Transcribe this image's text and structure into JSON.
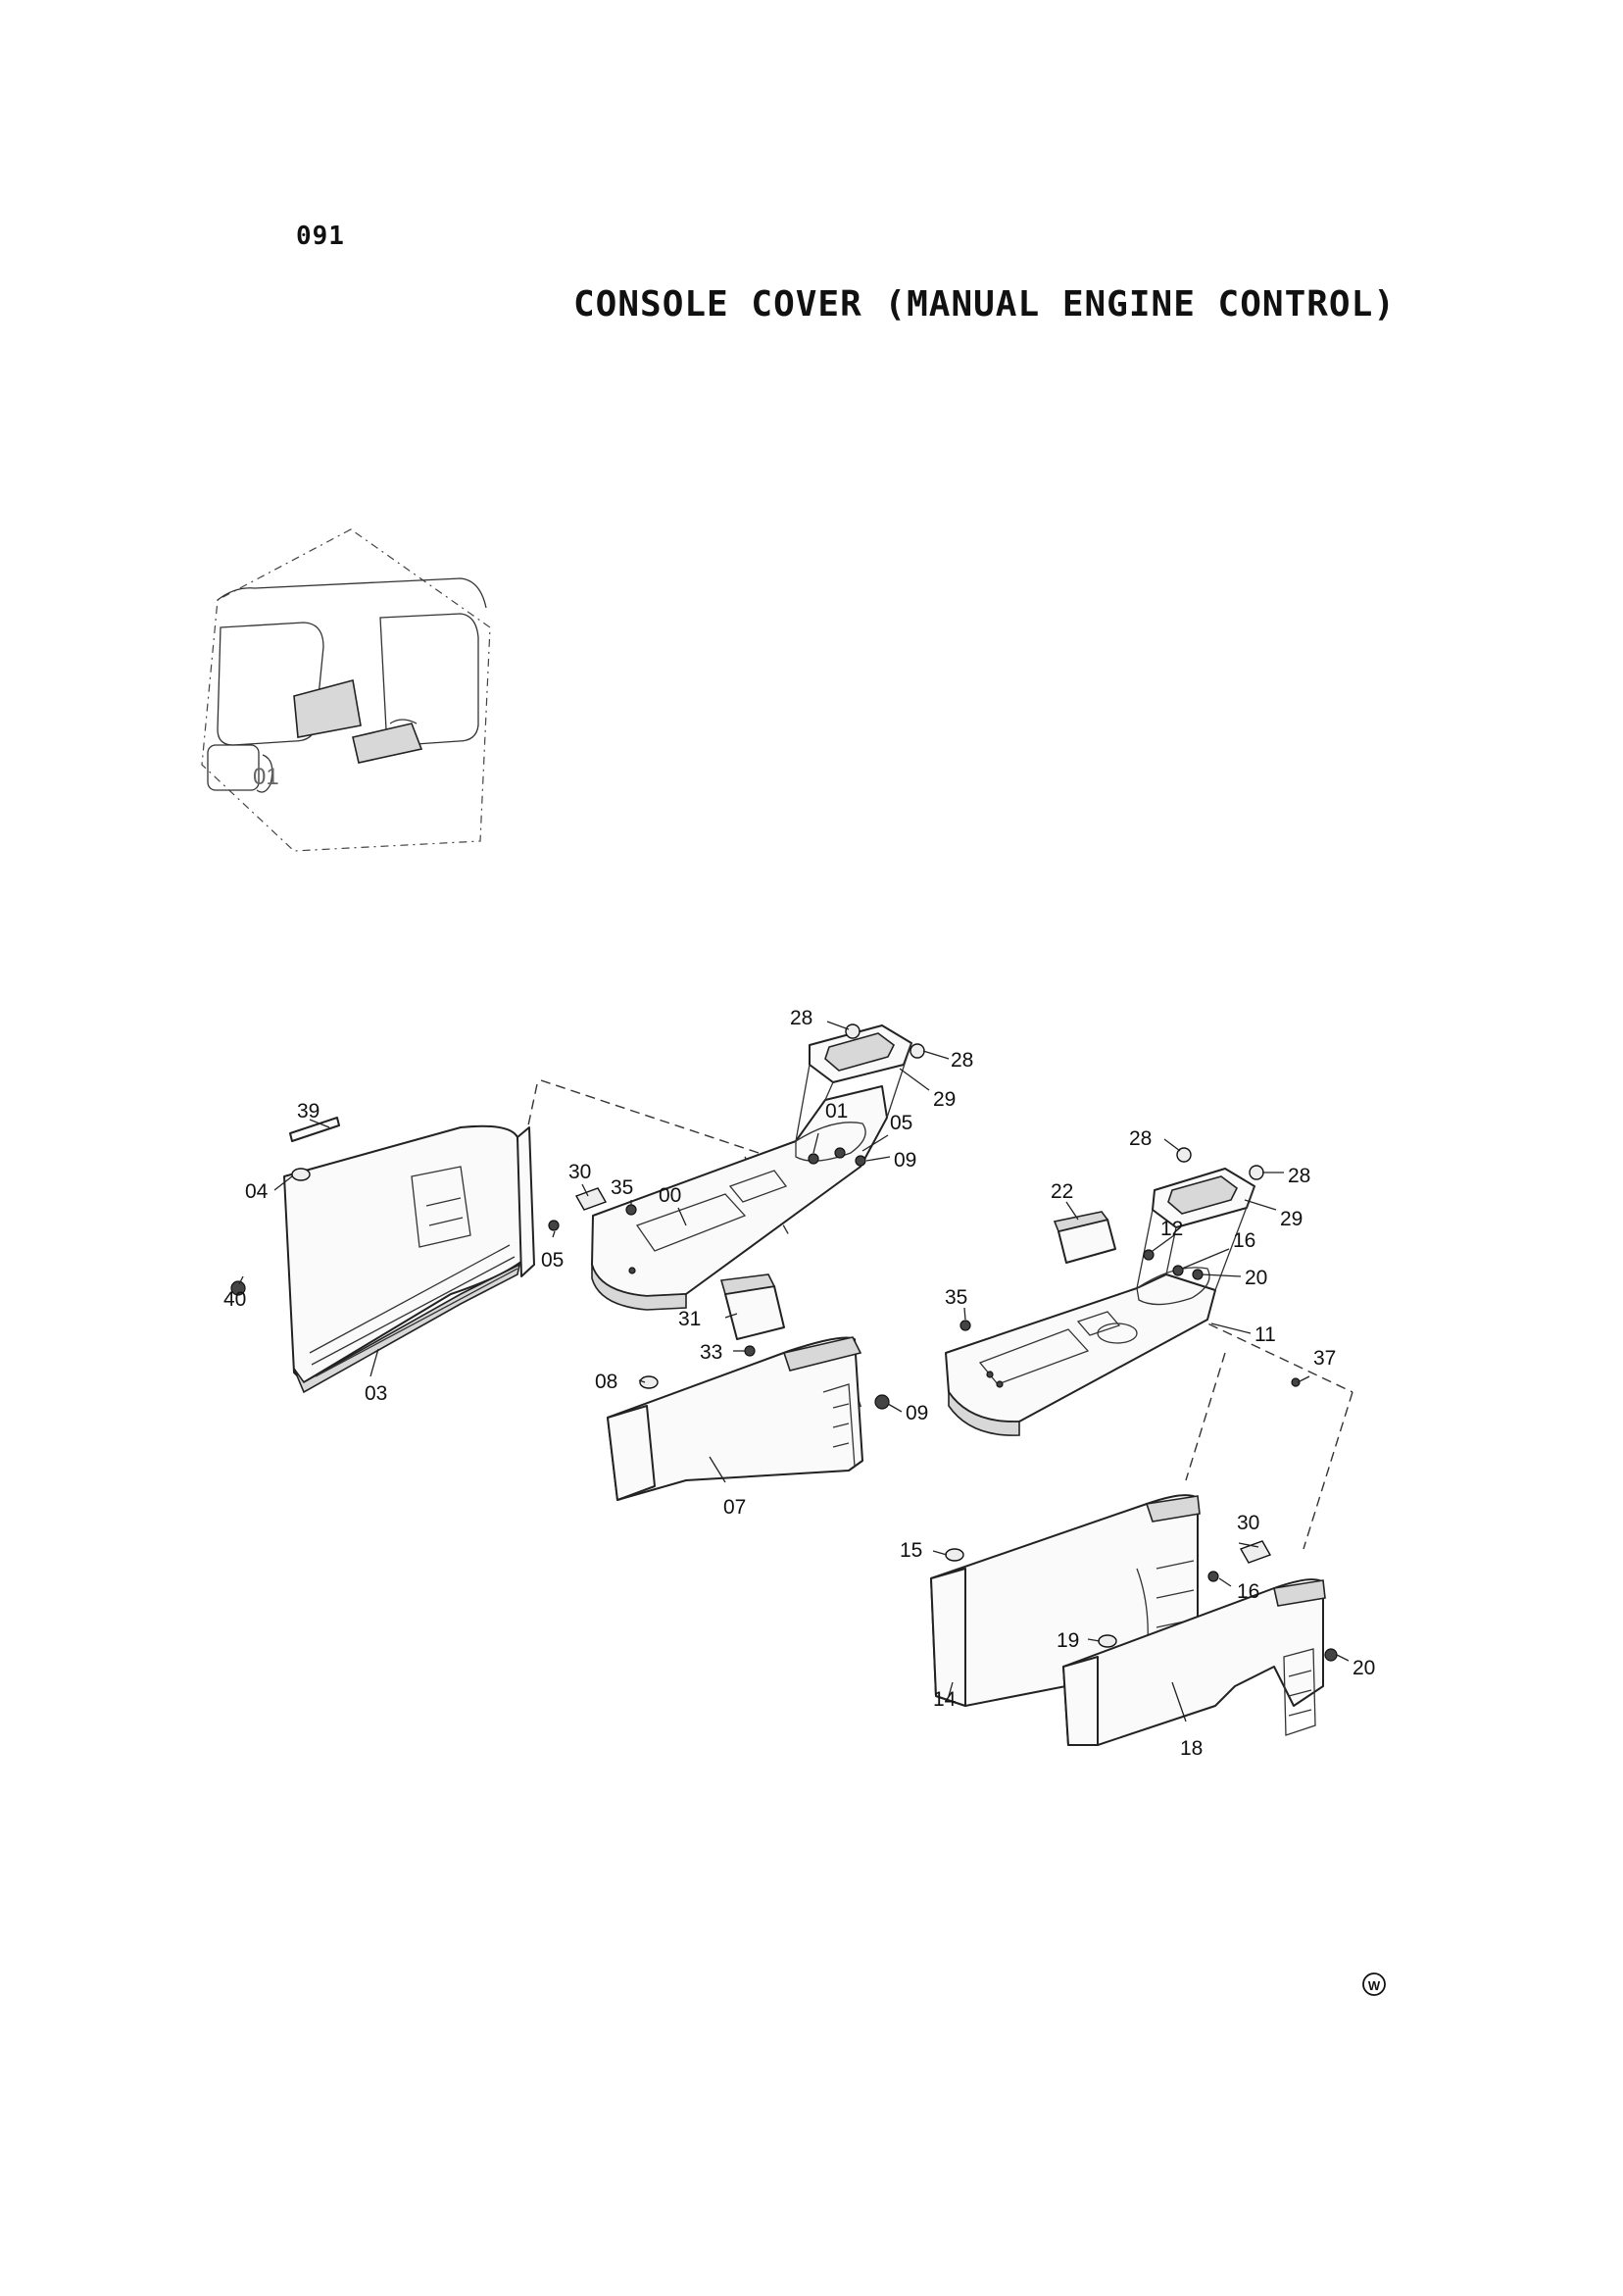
{
  "page": {
    "number": "091",
    "title": "CONSOLE COVER (MANUAL ENGINE CONTROL)",
    "brand_mark": "W"
  },
  "diagram": {
    "labels": [
      "28",
      "28",
      "29",
      "01",
      "05",
      "09",
      "39",
      "04",
      "30",
      "35",
      "00",
      "05",
      "40",
      "03",
      "31",
      "33",
      "08",
      "09",
      "07",
      "28",
      "28",
      "29",
      "22",
      "12",
      "16",
      "20",
      "35",
      "11",
      "37",
      "30",
      "15",
      "16",
      "19",
      "20",
      "14",
      "18"
    ],
    "locator_label": "01"
  }
}
